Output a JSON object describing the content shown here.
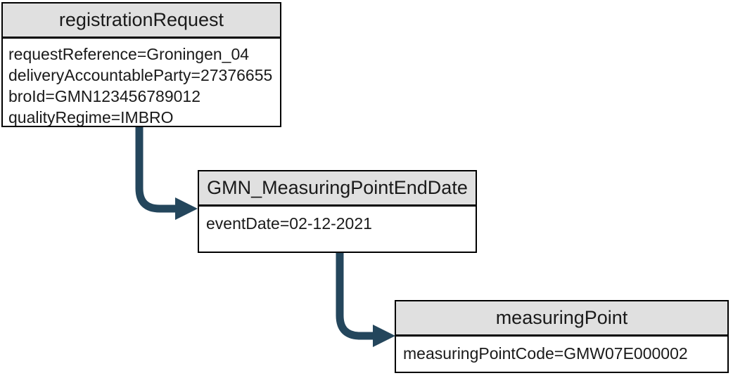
{
  "diagram": {
    "title": "registrationRequest object diagram",
    "colors": {
      "arrow": "#24465c",
      "header_bg": "#e0e0e0",
      "border": "#000000",
      "background": "#ffffff"
    },
    "nodes": [
      {
        "id": "registrationRequest",
        "title": "registrationRequest",
        "attributes": [
          "requestReference=Groningen_04",
          "deliveryAccountableParty=27376655",
          "broId=GMN123456789012",
          "qualityRegime=IMBRO"
        ]
      },
      {
        "id": "GMN_MeasuringPointEndDate",
        "title": "GMN_MeasuringPointEndDate",
        "attributes": [
          "eventDate=02-12-2021"
        ]
      },
      {
        "id": "measuringPoint",
        "title": "measuringPoint",
        "attributes": [
          "measuringPointCode=GMW07E000002"
        ]
      }
    ],
    "edges": [
      {
        "from": "registrationRequest",
        "to": "GMN_MeasuringPointEndDate"
      },
      {
        "from": "GMN_MeasuringPointEndDate",
        "to": "measuringPoint"
      }
    ]
  }
}
